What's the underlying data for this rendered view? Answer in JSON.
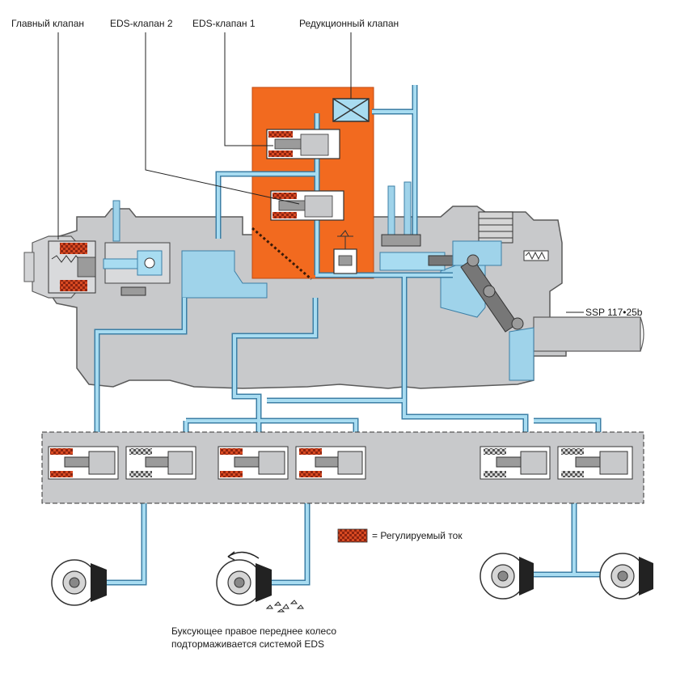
{
  "labels": {
    "main_valve": "Главный клапан",
    "eds_valve_2": "EDS-клапан 2",
    "eds_valve_1": "EDS-клапан 1",
    "reduction_valve": "Редукционный клапан",
    "ssp_code": "SSP 117•25b"
  },
  "legend": {
    "text": "= Регулируемый ток"
  },
  "caption": {
    "line1": "Буксующее правое переднее колесо",
    "line2": "подтормаживается системой EDS"
  },
  "colors": {
    "body_gray": "#c8c9cb",
    "body_stroke": "#5a5a5a",
    "hydraulic_blue": "#9fd3ea",
    "line_blue": "#6fb8dc",
    "eds_orange": "#f26a1f",
    "coil_red": "#c43a1a"
  }
}
